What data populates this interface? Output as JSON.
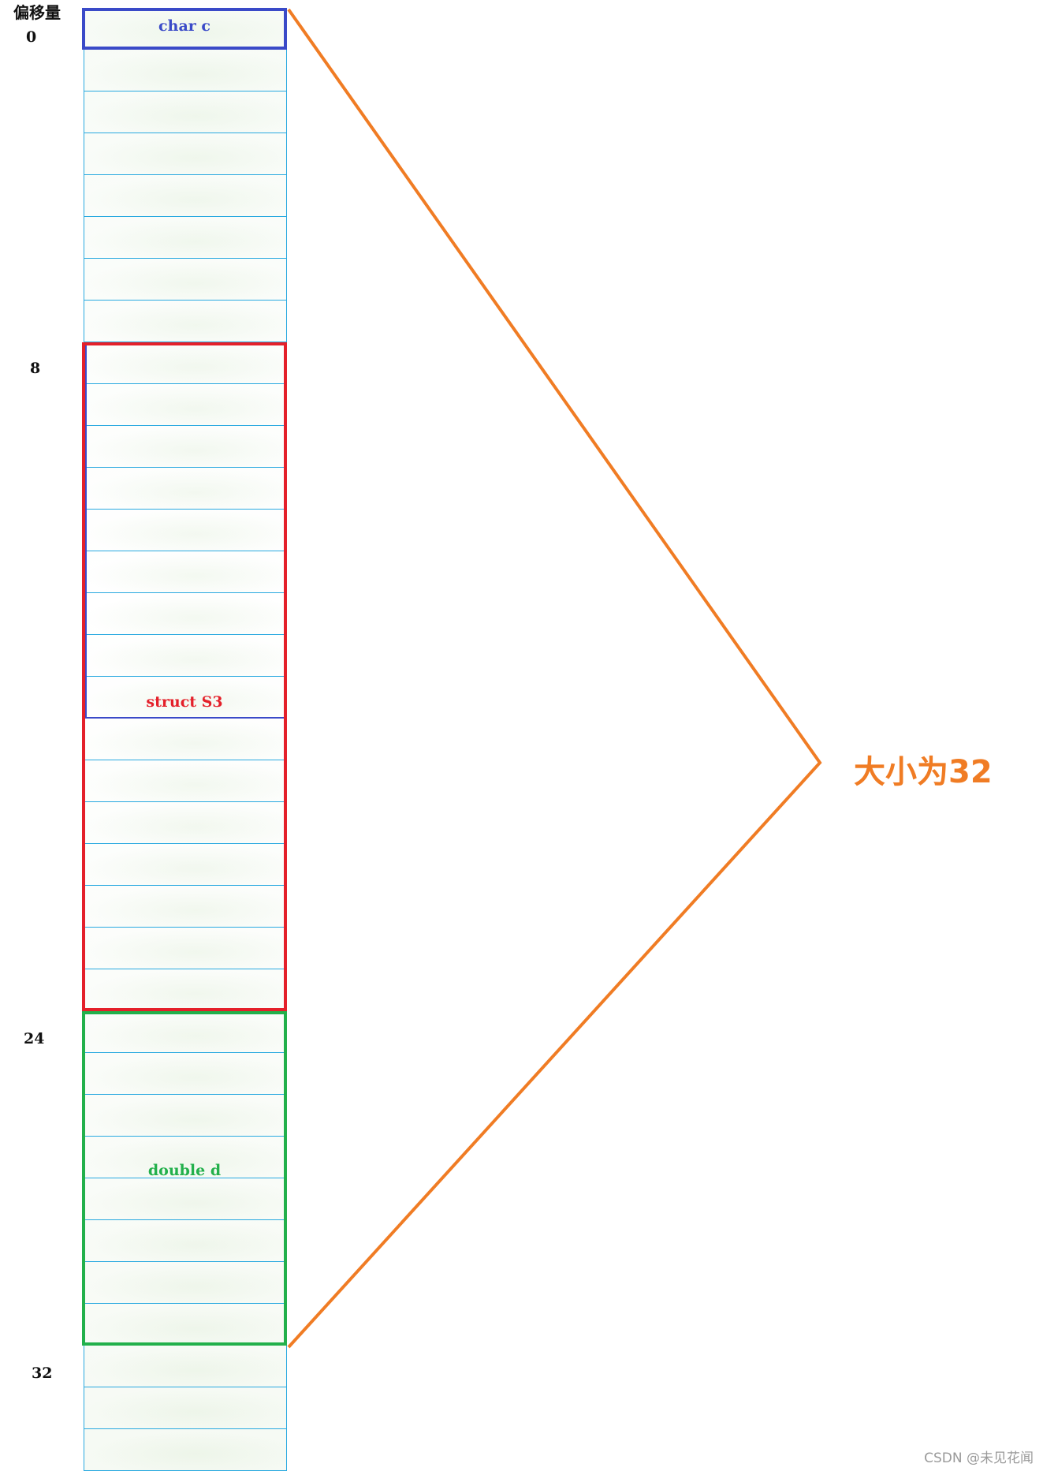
{
  "offset_header": "偏移量",
  "offsets": [
    "0",
    "8",
    "24",
    "32"
  ],
  "cell_count": 35,
  "regions": [
    {
      "label": "char c",
      "color": "#3a4ac8",
      "start": 0,
      "end": 1
    },
    {
      "label": "struct S3",
      "color": "#e4202a",
      "start": 8,
      "end": 24
    },
    {
      "label": "double d",
      "color": "#22b04b",
      "start": 24,
      "end": 32
    }
  ],
  "s3_inner_outline": {
    "color": "#3a4ac8",
    "start": 8,
    "end": 17
  },
  "grid_color": "#29a9e0",
  "bracket_color": "#f07c24",
  "size_label": "大小为32",
  "watermark": "CSDN @未见花闻"
}
